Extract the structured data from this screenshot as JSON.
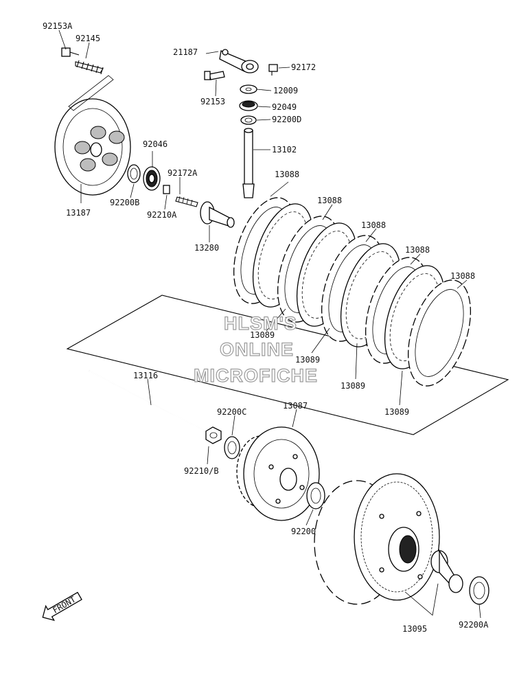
{
  "labels": {
    "p92153A": "92153A",
    "p92145": "92145",
    "p13187": "13187",
    "p92046": "92046",
    "p92200B": "92200B",
    "p92172A": "92172A",
    "p92210A": "92210A",
    "p13280": "13280",
    "p21187": "21187",
    "p92172": "92172",
    "p92153": "92153",
    "p12009": "12009",
    "p92049": "92049",
    "p92200D": "92200D",
    "p13102": "13102",
    "p13088_a": "13088",
    "p13088_b": "13088",
    "p13088_c": "13088",
    "p13088_d": "13088",
    "p13088_e": "13088",
    "p13089_a": "13089",
    "p13089_b": "13089",
    "p13089_c": "13089",
    "p13089_d": "13089",
    "p13116": "13116",
    "p92200C": "92200C",
    "p13087": "13087",
    "p92210B": "92210/B",
    "p92200": "92200",
    "p13095": "13095",
    "p92200A": "92200A",
    "front": "FRONT"
  },
  "watermark": {
    "line1": "HLSM'S",
    "line2": "ONLINE",
    "line3": "MICROFICHE"
  }
}
